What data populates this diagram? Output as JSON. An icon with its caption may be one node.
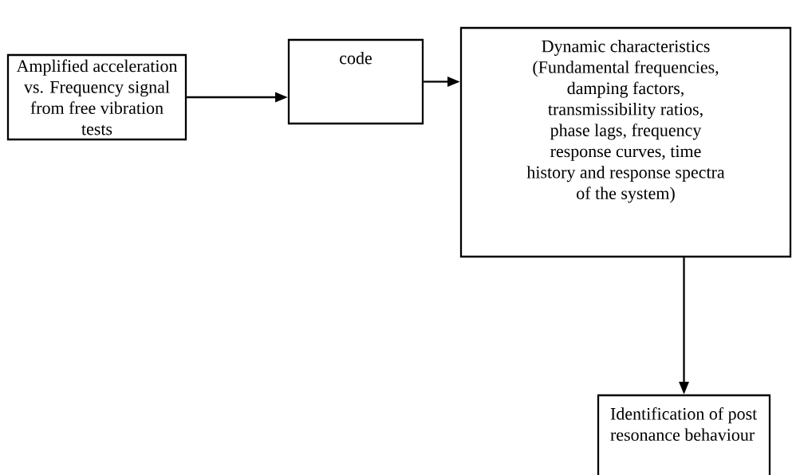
{
  "diagram": {
    "nodes": [
      {
        "text": [
          "Amplified acceleration vs. Frequency signal from free vibration tests"
        ]
      },
      {
        "text": [
          "code"
        ]
      },
      {
        "text": [
          "Dynamic characteristics (Fundamental frequencies, damping factors, transmissibility ratios, phase lags, frequency response curves, time history and response spectra of the system)"
        ]
      },
      {
        "text": [
          "Identification of post resonance behaviour"
        ]
      }
    ],
    "edges": [
      {
        "from": 0,
        "to": 1,
        "arrow": "to"
      },
      {
        "from": 1,
        "to": 2,
        "arrow": "to"
      },
      {
        "from": 2,
        "to": 3,
        "arrow": "to"
      }
    ]
  }
}
